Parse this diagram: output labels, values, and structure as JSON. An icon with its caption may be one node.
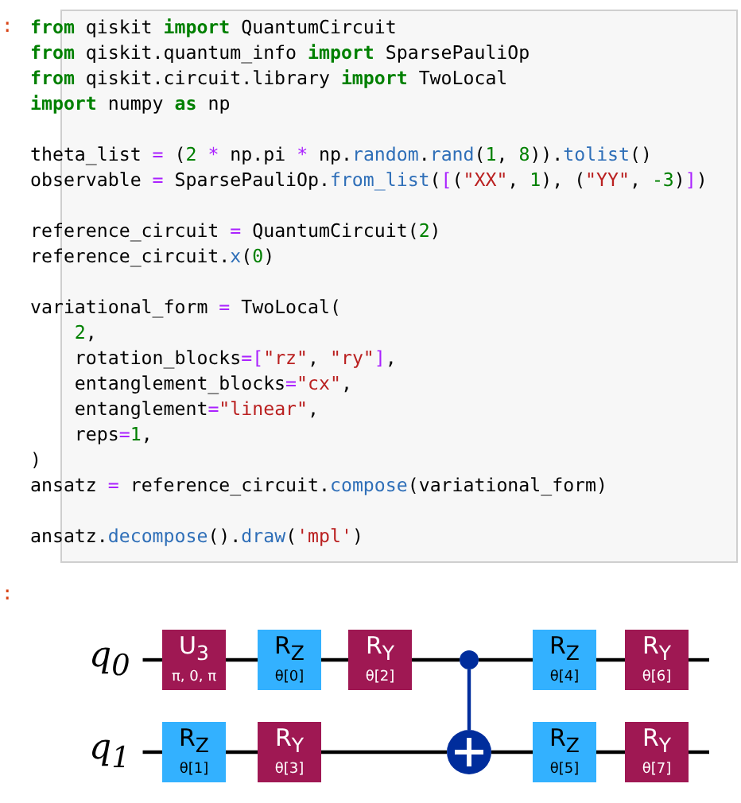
{
  "diagram": {
    "nodes": [
      {
        "text": [
          "q$_{0}$"
        ]
      },
      {
        "text": [
          "U$_{3}$",
          "π, 0, π"
        ]
      },
      {
        "text": [
          "R$_{Z}$",
          "θ[0]"
        ]
      },
      {
        "text": [
          "R$_{Y}$",
          "θ[2]"
        ]
      },
      {
        "text": [],
        "shape": "circle"
      },
      {
        "text": [
          "R$_{Z}$",
          "θ[4]"
        ]
      },
      {
        "text": [
          "R$_{Y}$",
          "θ[6]"
        ]
      },
      {
        "text": [
          "q$_{1}$"
        ]
      },
      {
        "text": [
          "R$_{Z}$",
          "θ[1]"
        ]
      },
      {
        "text": [
          "R$_{Y}$",
          "θ[3]"
        ]
      },
      {
        "text": [],
        "shape": "circle"
      },
      {
        "text": [
          "R$_{Z}$",
          "θ[5]"
        ]
      },
      {
        "text": [
          "R$_{Y}$",
          "θ[7]"
        ]
      }
    ],
    "edges": [
      {
        "from": 0,
        "to": 1,
        "arrow": "none"
      },
      {
        "from": 1,
        "to": 2,
        "arrow": "none"
      },
      {
        "from": 2,
        "to": 3,
        "arrow": "none"
      },
      {
        "from": 3,
        "to": 4,
        "arrow": "none"
      },
      {
        "from": 4,
        "to": 5,
        "arrow": "none"
      },
      {
        "from": 5,
        "to": 6,
        "arrow": "none"
      },
      {
        "from": 6,
        "to": null,
        "arrow": "none"
      },
      {
        "from": 7,
        "to": 8,
        "arrow": "none"
      },
      {
        "from": 8,
        "to": 9,
        "arrow": "none"
      },
      {
        "from": 9,
        "to": 10,
        "arrow": "none"
      },
      {
        "from": 10,
        "to": 11,
        "arrow": "none"
      },
      {
        "from": 11,
        "to": 12,
        "arrow": "none"
      },
      {
        "from": 12,
        "to": null,
        "arrow": "none"
      },
      {
        "from": 4,
        "to": 10,
        "arrow": "none",
        "color": "#002d9c"
      }
    ],
    "labels": [
      ":",
      "from qiskit import QuantumCircuit",
      "from qiskit.quantum_info import SparsePauliOp",
      "from qiskit.circuit.library import TwoLocal",
      "import numpy as np",
      "theta_list = (2 * np.pi * np.random.rand(1, 8)).tolist()",
      "observable = SparsePauliOp.from_list([(\"XX\", 1), (\"YY\", -3)])",
      "reference_circuit = QuantumCircuit(2)",
      "reference_circuit.x(0)",
      "variational_form = TwoLocal(",
      "    2,",
      "    rotation_blocks=[\"rz\", \"ry\"],",
      "    entanglement_blocks=\"cx\",",
      "    entanglement=\"linear\",",
      "    reps=1,",
      ")",
      "ansatz = reference_circuit.compose(variational_form)",
      "ansatz.decompose().draw('mpl')",
      ":"
    ]
  }
}
